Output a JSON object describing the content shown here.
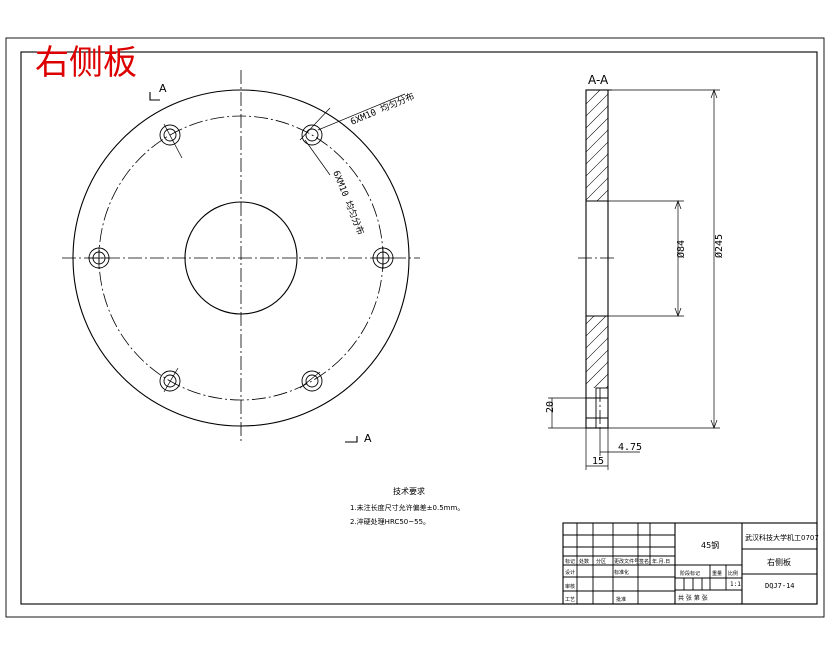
{
  "title_red": "右侧板",
  "section_label": "A",
  "section_title": "A-A",
  "callouts": {
    "top_right": "6XM10 均匀分布",
    "middle": "6XM10 均匀分布"
  },
  "dimensions": {
    "inner_dia": "Ø84",
    "outer_dia": "Ø245",
    "thickness": "15",
    "offset": "4.75",
    "height_20": "20"
  },
  "tech_req": {
    "heading": "技术要求",
    "line1": "1.未注长度尺寸允许偏差±0.5mm。",
    "line2": "2.淬硬处理HRC50~55。"
  },
  "title_block": {
    "material": "45钢",
    "school": "武汉科技大学机工0707",
    "part_name": "右侧板",
    "drawing_no": "DQJ7-14",
    "scale": "1:1",
    "sheet": "共  张  第  张",
    "row_mark": "标记",
    "row_count": "处数",
    "row_zone": "分区",
    "row_docno": "更改文件号",
    "row_sign": "签名",
    "row_date": "年.月.日",
    "designer": "设计",
    "standard": "标准化",
    "stage_mark": "阶段标记",
    "weight": "重量",
    "ratio": "比例",
    "checker": "审核",
    "craft": "工艺",
    "approve": "批准"
  },
  "colors": {
    "title_red": "#dd0000",
    "line": "#000000"
  }
}
